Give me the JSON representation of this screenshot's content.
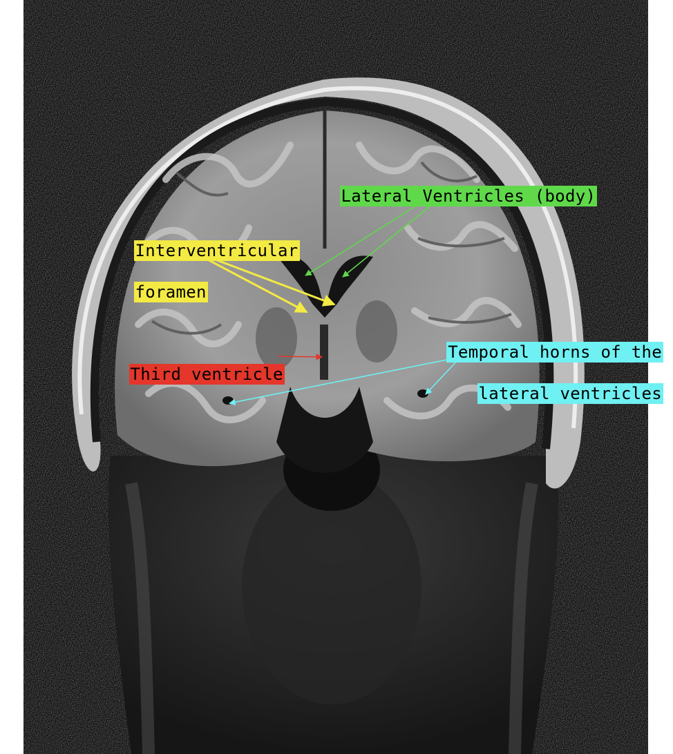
{
  "labels": {
    "lateral_ventricles_body": "Lateral Ventricles (body)",
    "interventricular_line1": "Interventricular",
    "interventricular_line2": "foramen",
    "third_ventricle": "Third ventricle",
    "temporal_horns_line1": "Temporal horns of the",
    "temporal_horns_line2": "lateral ventricles"
  },
  "colors": {
    "lateral_ventricles_body": "#5fd94a",
    "interventricular_foramen": "#f3ea44",
    "third_ventricle": "#e4362a",
    "temporal_horns": "#6ff0f2",
    "background": "#0a0a0a"
  }
}
